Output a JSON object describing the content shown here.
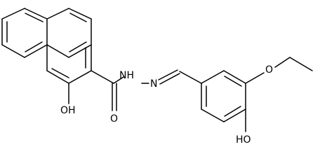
{
  "molecule": {
    "labels": {
      "nh": "NH",
      "n": "N",
      "carbonyl_o": "O",
      "hydroxy_naphthyl": "OH",
      "ether_o": "O",
      "hydroxy_phenyl": "HO"
    },
    "colors": {
      "bond": "#000000",
      "text": "#000000",
      "background": "#ffffff"
    }
  }
}
